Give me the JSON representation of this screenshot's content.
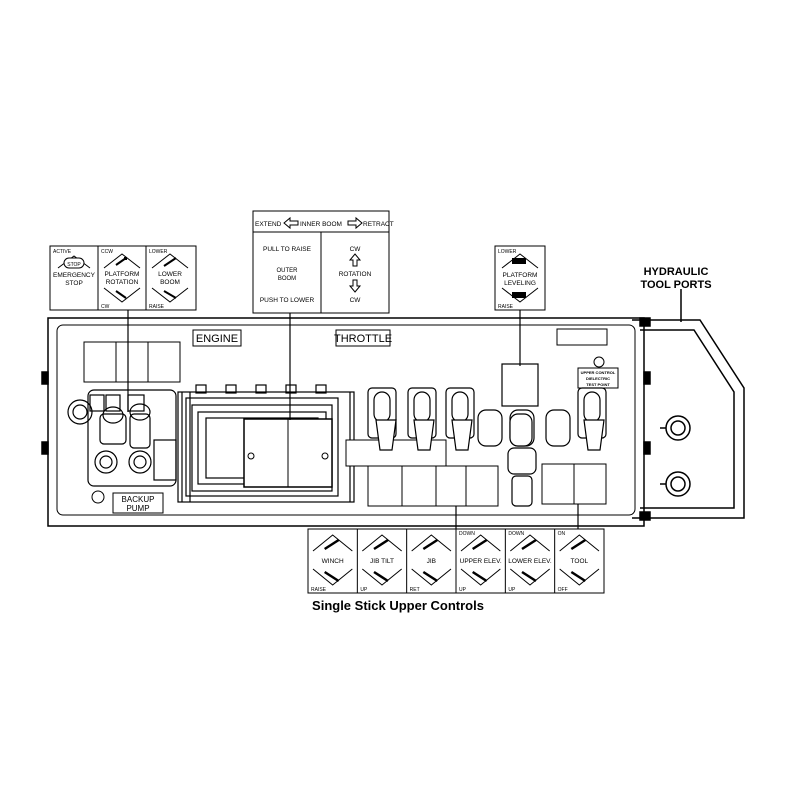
{
  "caption": "Single Stick Upper Controls",
  "hydraulic_ports": {
    "line1": "HYDRAULIC",
    "line2": "TOOL PORTS"
  },
  "panel_labels": {
    "engine": "ENGINE",
    "throttle": "THROTTLE",
    "backup_pump_line1": "BACKUP",
    "backup_pump_line2": "PUMP",
    "upper_control_test_point": [
      "UPPER CONTROL",
      "DIELECTRIC",
      "TEST POINT"
    ]
  },
  "decal_left": {
    "emergency_stop": {
      "top": "ACTIVE",
      "icon": "STOP",
      "line1": "EMERGENCY",
      "line2": "STOP"
    },
    "platform_rotation": {
      "top": "CCW",
      "line1": "PLATFORM",
      "line2": "ROTATION",
      "bottom": "CW"
    },
    "lower_boom": {
      "top": "LOWER",
      "line1": "LOWER",
      "line2": "BOOM",
      "bottom": "RAISE"
    }
  },
  "decal_center": {
    "extend": "EXTEND",
    "inner_boom": "INNER BOOM",
    "retract": "RETRACT",
    "pull_to_raise": "PULL TO RAISE",
    "outer_boom_line1": "OUTER",
    "outer_boom_line2": "BOOM",
    "push_to_lower": "PUSH TO LOWER",
    "cw_top": "CW",
    "rotation": "ROTATION",
    "cw_bottom": "CW"
  },
  "decal_leveling": {
    "top": "LOWER",
    "line1": "PLATFORM",
    "line2": "LEVELING",
    "bottom": "RAISE"
  },
  "decal_bottom": [
    {
      "top": "",
      "label": "WINCH",
      "bottom": "RAISE"
    },
    {
      "top": "",
      "label": "JIB TILT",
      "bottom": "UP"
    },
    {
      "top": "",
      "label": "JIB",
      "bottom": "RET"
    },
    {
      "top": "DOWN",
      "label": "UPPER ELEV.",
      "bottom": "UP"
    },
    {
      "top": "DOWN",
      "label": "LOWER ELEV.",
      "bottom": "UP"
    },
    {
      "top": "ON",
      "label": "TOOL",
      "bottom": "OFF"
    }
  ]
}
